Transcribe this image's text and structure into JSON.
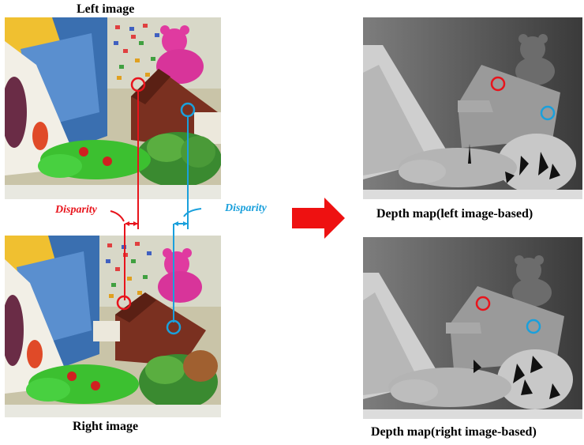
{
  "labels": {
    "left_image": "Left image",
    "right_image": "Right image",
    "depth_left": "Depth map(left image-based)",
    "depth_right": "Depth map(right image-based)"
  },
  "annotations": {
    "disparity_red": "Disparity",
    "disparity_blue": "Disparity"
  },
  "colors": {
    "red": "#e8141c",
    "blue": "#1aa0dc",
    "arrow": "#ee1111"
  }
}
